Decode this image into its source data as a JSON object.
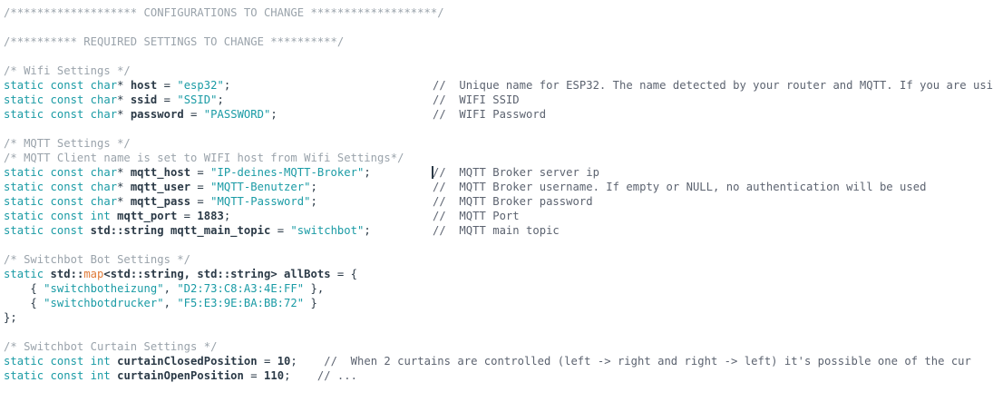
{
  "editor": {
    "language": "cpp",
    "background_color": "#ffffff",
    "colors": {
      "keyword": "#1a9ba5",
      "identifier": "#2b3a47",
      "string": "#1a9ba5",
      "comment": "#9aa3ab",
      "line_comment": "#5c6370",
      "type_highlight": "#e07b39",
      "caret": "#2b3a47"
    },
    "caret": {
      "visible": true,
      "line_index": 9,
      "column_label": "//"
    }
  },
  "lines": [
    {
      "i": 0,
      "code": "/******************* CONFIGURATIONS TO CHANGE *******************/",
      "kind": "block-comment",
      "comment": ""
    },
    {
      "i": 1,
      "code": "",
      "kind": "blank",
      "comment": ""
    },
    {
      "i": 2,
      "code": "/********** REQUIRED SETTINGS TO CHANGE **********/",
      "kind": "block-comment",
      "comment": ""
    },
    {
      "i": 3,
      "code": "",
      "kind": "blank",
      "comment": ""
    },
    {
      "i": 4,
      "code": "/* Wifi Settings */",
      "kind": "block-comment",
      "comment": ""
    },
    {
      "i": 5,
      "code": "static const char* host = \"esp32\";",
      "kind": "declaration",
      "comment": "//  Unique name for ESP32. The name detected by your router and MQTT. If you are usi"
    },
    {
      "i": 6,
      "code": "static const char* ssid = \"SSID\";",
      "kind": "declaration",
      "comment": "//  WIFI SSID"
    },
    {
      "i": 7,
      "code": "static const char* password = \"PASSWORD\";",
      "kind": "declaration",
      "comment": "//  WIFI Password"
    },
    {
      "i": 8,
      "code": "",
      "kind": "blank",
      "comment": ""
    },
    {
      "i": 9,
      "code": "/* MQTT Settings */",
      "kind": "block-comment",
      "comment": ""
    },
    {
      "i": 10,
      "code": "/* MQTT Client name is set to WIFI host from Wifi Settings*/",
      "kind": "block-comment",
      "comment": ""
    },
    {
      "i": 11,
      "code": "static const char* mqtt_host = \"IP-deines-MQTT-Broker\";",
      "kind": "declaration",
      "comment": "//  MQTT Broker server ip"
    },
    {
      "i": 12,
      "code": "static const char* mqtt_user = \"MQTT-Benutzer\";",
      "kind": "declaration",
      "comment": "//  MQTT Broker username. If empty or NULL, no authentication will be used"
    },
    {
      "i": 13,
      "code": "static const char* mqtt_pass = \"MQTT-Password\";",
      "kind": "declaration",
      "comment": "//  MQTT Broker password"
    },
    {
      "i": 14,
      "code": "static const int mqtt_port = 1883;",
      "kind": "declaration",
      "comment": "//  MQTT Port"
    },
    {
      "i": 15,
      "code": "static const std::string mqtt_main_topic = \"switchbot\";",
      "kind": "declaration",
      "comment": "//  MQTT main topic"
    },
    {
      "i": 16,
      "code": "",
      "kind": "blank",
      "comment": ""
    },
    {
      "i": 17,
      "code": "/* Switchbot Bot Settings */",
      "kind": "block-comment",
      "comment": ""
    },
    {
      "i": 18,
      "code": "static std::map<std::string, std::string> allBots = {",
      "kind": "declaration",
      "comment": ""
    },
    {
      "i": 19,
      "code": "    { \"switchbotheizung\", \"D2:73:C8:A3:4E:FF\" },",
      "kind": "map-entry",
      "comment": ""
    },
    {
      "i": 20,
      "code": "    { \"switchbotdrucker\", \"F5:E3:9E:BA:BB:72\" }",
      "kind": "map-entry",
      "comment": ""
    },
    {
      "i": 21,
      "code": "};",
      "kind": "punct",
      "comment": ""
    },
    {
      "i": 22,
      "code": "",
      "kind": "blank",
      "comment": ""
    },
    {
      "i": 23,
      "code": "/* Switchbot Curtain Settings */",
      "kind": "block-comment",
      "comment": ""
    },
    {
      "i": 24,
      "code": "static const int curtainClosedPosition = 10;",
      "kind": "declaration-inline-comment",
      "comment": "//  When 2 curtains are controlled (left -> right and right -> left) it's possible one of the cur"
    },
    {
      "i": 25,
      "code": "static const int curtainOpenPosition = 110;",
      "kind": "declaration-inline-comment-clipped",
      "comment": ""
    }
  ],
  "tokens": {
    "keywords": [
      "static",
      "const",
      "char",
      "int"
    ],
    "types": [
      "std::map",
      "std::string"
    ],
    "values": {
      "host": "esp32",
      "ssid": "SSID",
      "password": "PASSWORD",
      "mqtt_host": "IP-deines-MQTT-Broker",
      "mqtt_user": "MQTT-Benutzer",
      "mqtt_pass": "MQTT-Password",
      "mqtt_port": "1883",
      "mqtt_main_topic": "switchbot",
      "curtainClosedPosition": "10",
      "curtainOpenPosition": "110"
    },
    "bots": [
      {
        "name": "switchbotheizung",
        "mac": "D2:73:C8:A3:4E:FF"
      },
      {
        "name": "switchbotdrucker",
        "mac": "F5:E3:9E:BA:BB:72"
      }
    ]
  }
}
